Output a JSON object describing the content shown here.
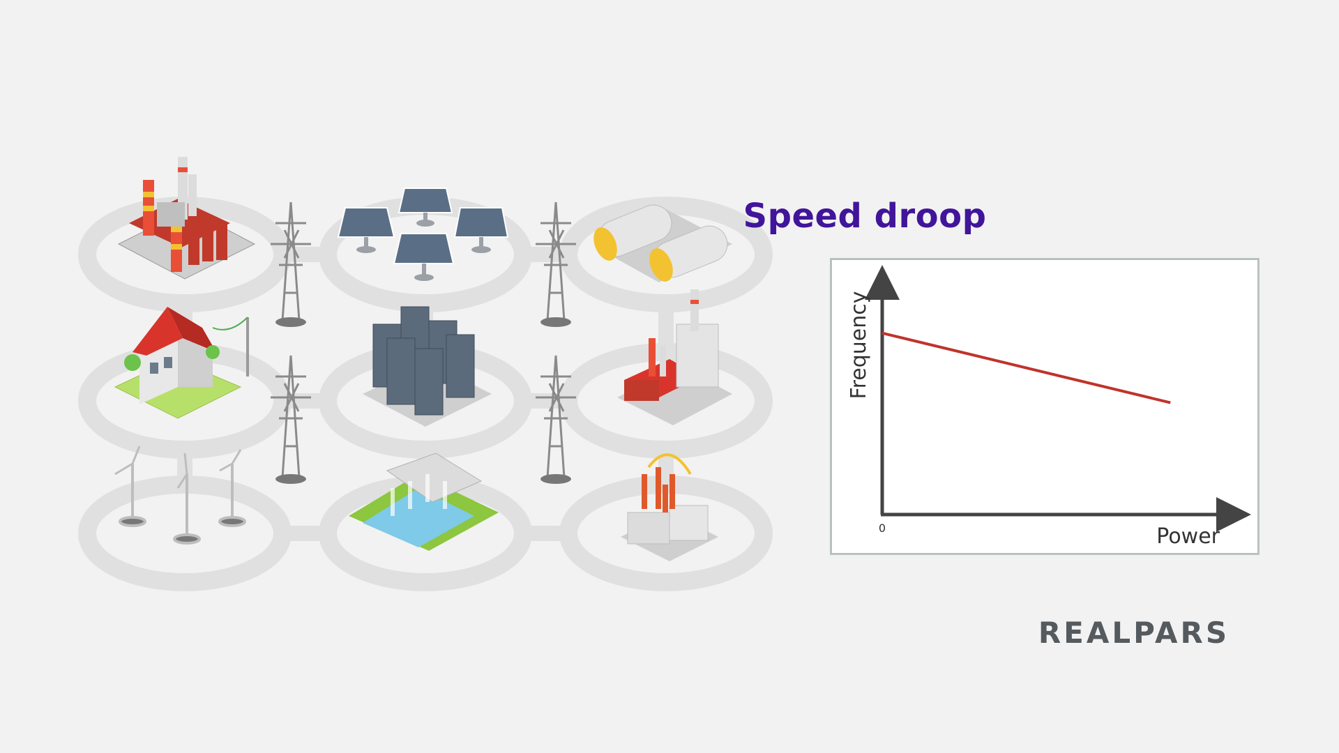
{
  "colors": {
    "background": "#f2f2f2",
    "title": "#41159a",
    "chart_border": "#b8c1c2",
    "axis": "#444444",
    "droop_line": "#c0332b",
    "logo": "#555a5e"
  },
  "illustration": {
    "nodes": [
      "coal-power-plant-icon",
      "solar-panels-icon",
      "gas-storage-tanks-icon",
      "house-icon",
      "data-center-icon",
      "factory-icon",
      "wind-turbines-icon",
      "hydro-dam-icon",
      "substation-icon"
    ],
    "connectors": "transmission-tower-icon"
  },
  "chart_data": {
    "type": "line",
    "title": "Speed droop",
    "xlabel": "Power",
    "ylabel": "Frequency",
    "x_tick_labels": [
      "0"
    ],
    "series": [
      {
        "x": [
          0,
          0.82
        ],
        "y": [
          0.86,
          0.53
        ],
        "color": "#c0332b"
      }
    ],
    "xlim": [
      0,
      1
    ],
    "ylim": [
      0,
      1.1
    ],
    "grid": false,
    "legend": "none"
  },
  "logo_text": "REALPARS"
}
